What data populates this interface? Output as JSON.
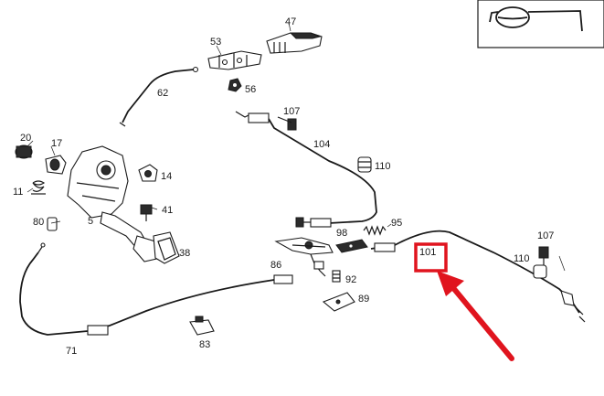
{
  "callouts": {
    "p47": "47",
    "p53": "53",
    "p62": "62",
    "p56": "56",
    "p107a": "107",
    "p20": "20",
    "p17": "17",
    "p104": "104",
    "p110a": "110",
    "p14": "14",
    "p11": "11",
    "p41": "41",
    "p80": "80",
    "p5": "5",
    "p95": "95",
    "p98": "98",
    "p101": "101",
    "p107b": "107",
    "p38": "38",
    "p110b": "110",
    "p86": "86",
    "p92": "92",
    "p89": "89",
    "p71": "71",
    "p83": "83"
  },
  "highlight": {
    "target": "101",
    "box_color": "#e0141e",
    "arrow_color": "#e0141e"
  },
  "inset": {
    "icon": "steering-wheel-icon"
  },
  "colors": {
    "line": "#1a1a1a",
    "background": "#ffffff"
  }
}
